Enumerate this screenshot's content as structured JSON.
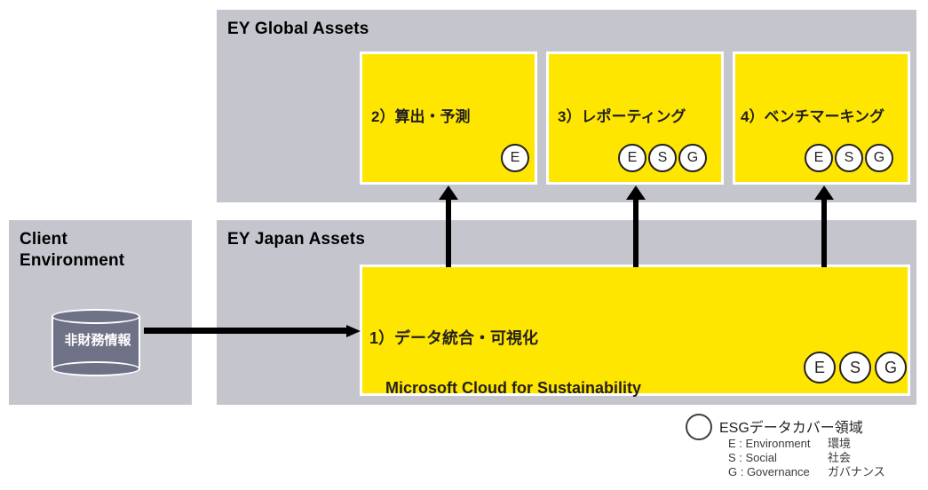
{
  "colors": {
    "panel_gray": "#c5c6cd",
    "box_yellow": "#ffe600",
    "cylinder_fill": "#6f7186",
    "text_dark": "#231f20",
    "arrow_black": "#000000"
  },
  "client_environment": {
    "title": "Client\nEnvironment",
    "datastore_label": "非財務情報",
    "datastore_icon": "database-cylinder-icon"
  },
  "global_assets": {
    "title": "EY Global Assets",
    "boxes": [
      {
        "id": "box2",
        "label": "2）算出・予測",
        "badges": [
          "E"
        ]
      },
      {
        "id": "box3",
        "label": "3）レポーティング",
        "badges": [
          "E",
          "S",
          "G"
        ]
      },
      {
        "id": "box4",
        "label": "4）ベンチマーキング",
        "badges": [
          "E",
          "S",
          "G"
        ]
      }
    ]
  },
  "japan_assets": {
    "title": "EY Japan Assets",
    "box": {
      "id": "box1",
      "label_line1": "1）データ統合・可視化",
      "label_line2": "Microsoft Cloud for Sustainability",
      "badges": [
        "E",
        "S",
        "G"
      ]
    }
  },
  "badge_values": {
    "e": "E",
    "s": "S",
    "g": "G"
  },
  "legend": {
    "heading": "ESGデータカバー領域",
    "rows": [
      {
        "key": "E : Environment",
        "jp": "環境"
      },
      {
        "key": "S : Social",
        "jp": "社会"
      },
      {
        "key": "G : Governance",
        "jp": "ガバナンス"
      }
    ]
  }
}
